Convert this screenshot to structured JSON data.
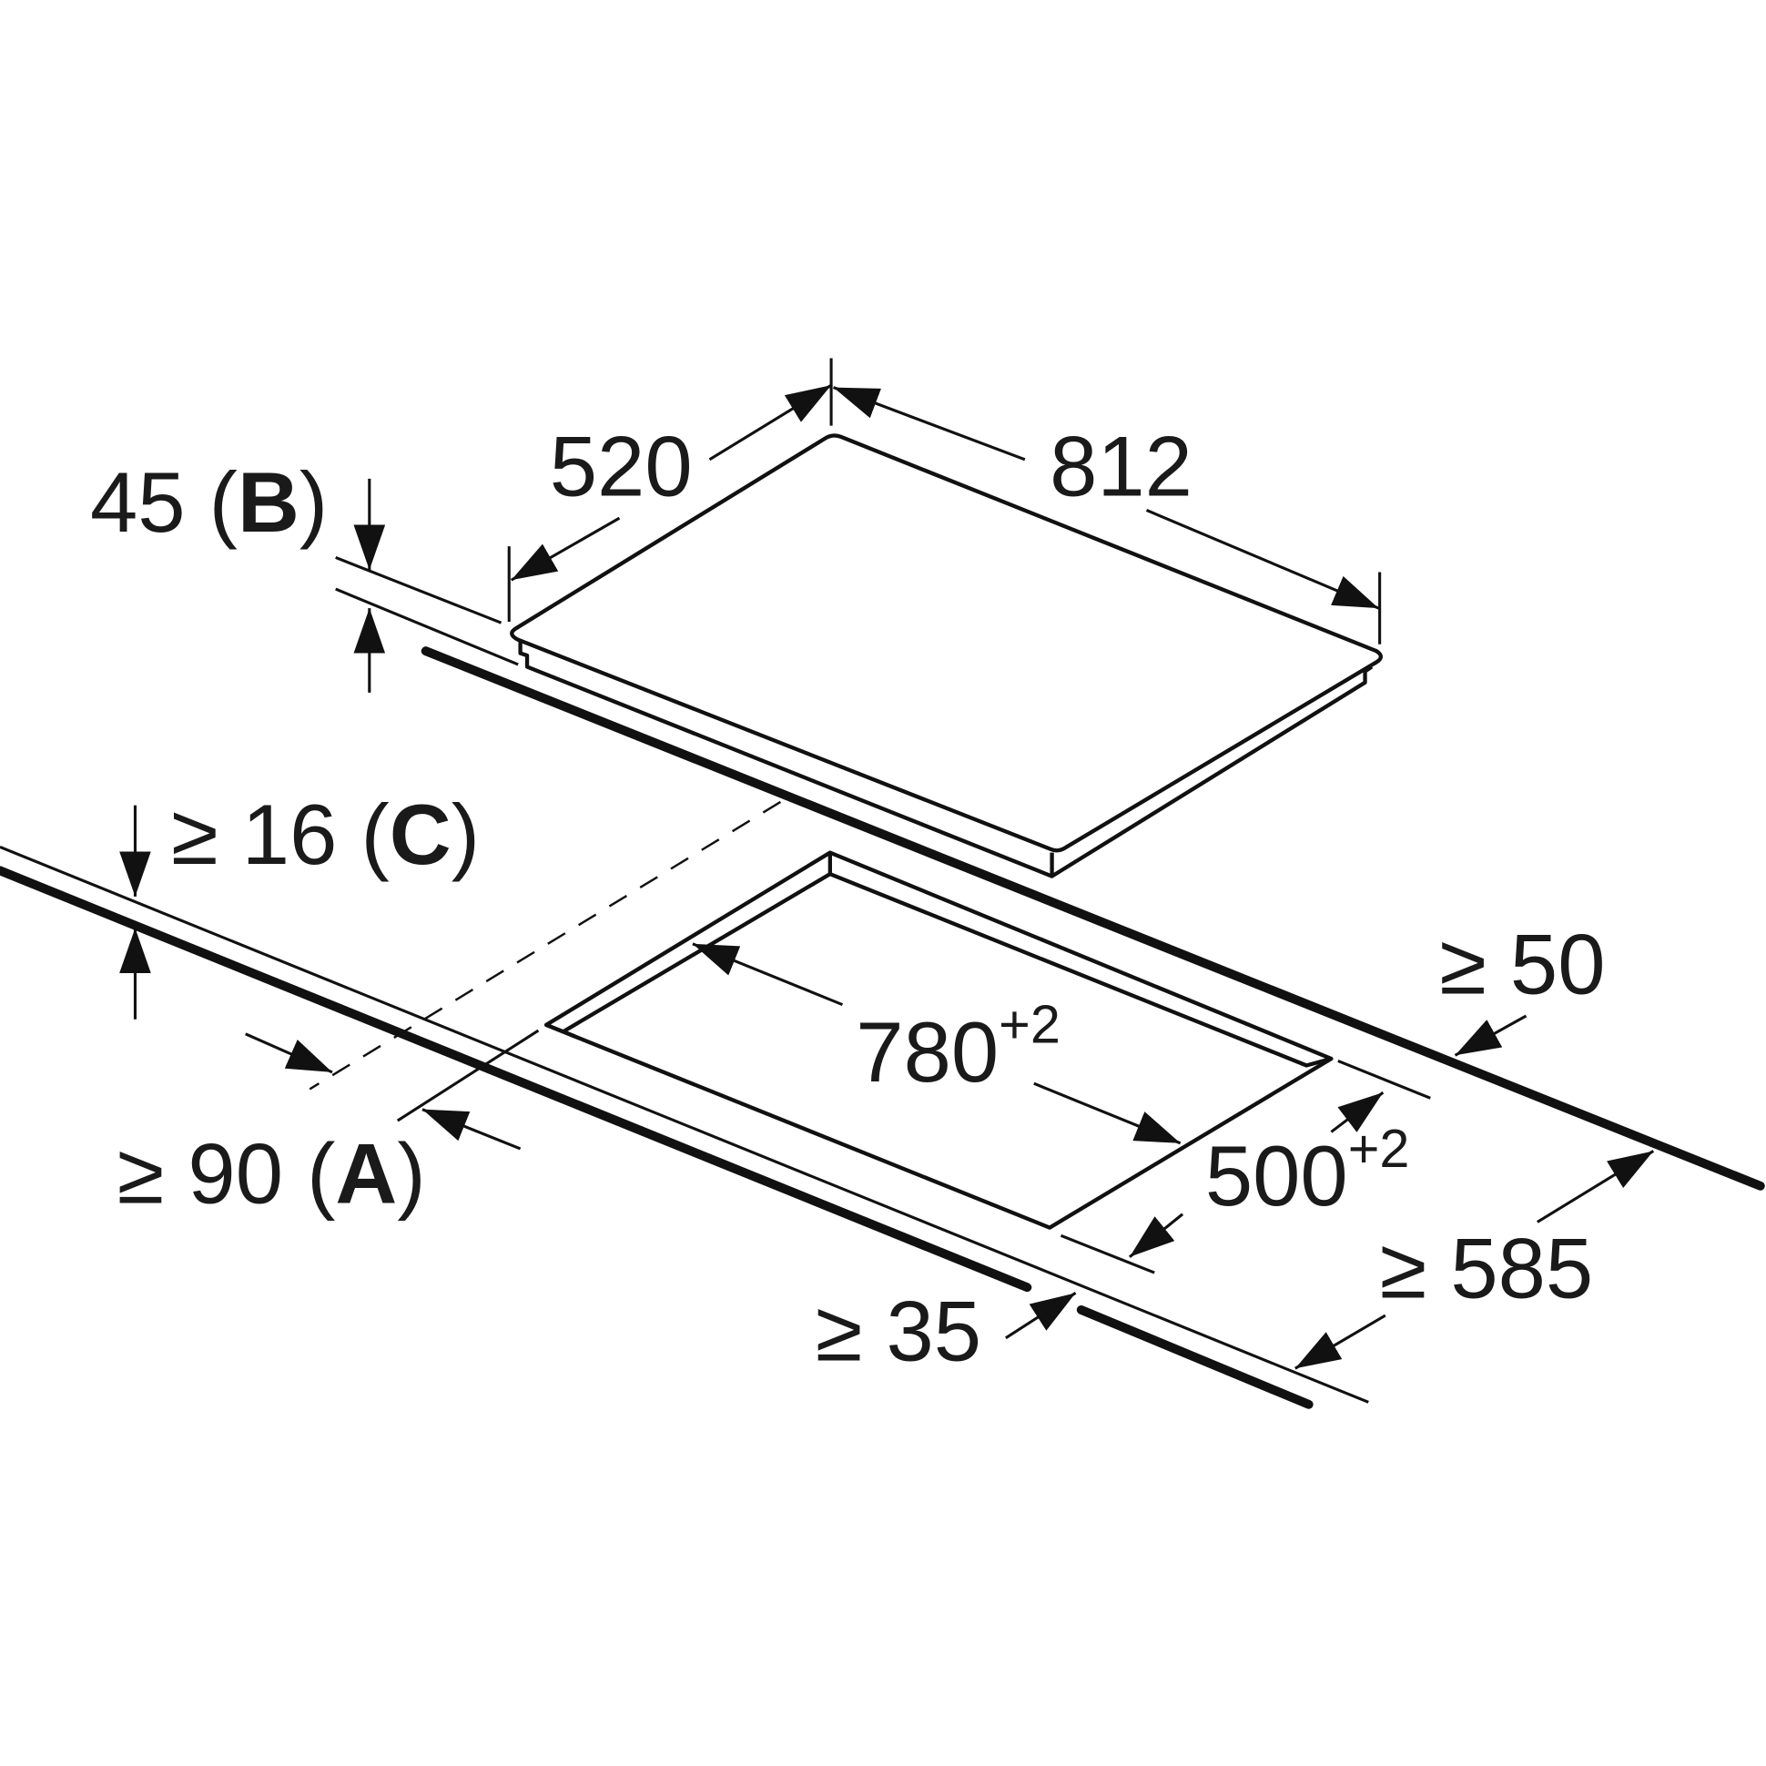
{
  "dimensions": {
    "depth": "520",
    "width": "812",
    "height": {
      "value": "45",
      "ref": "B"
    },
    "worktop_thickness": {
      "prefix": "≥",
      "value": "16",
      "ref": "C"
    },
    "rear_clearance": "≥ 50",
    "cutout_width": {
      "value": "780",
      "tolerance": "+2"
    },
    "cutout_depth": {
      "value": "500",
      "tolerance": "+2"
    },
    "under_clearance": {
      "prefix": "≥",
      "value": "90",
      "ref": "A"
    },
    "worktop_depth": "≥ 585",
    "front_clearance": "≥ 35"
  }
}
